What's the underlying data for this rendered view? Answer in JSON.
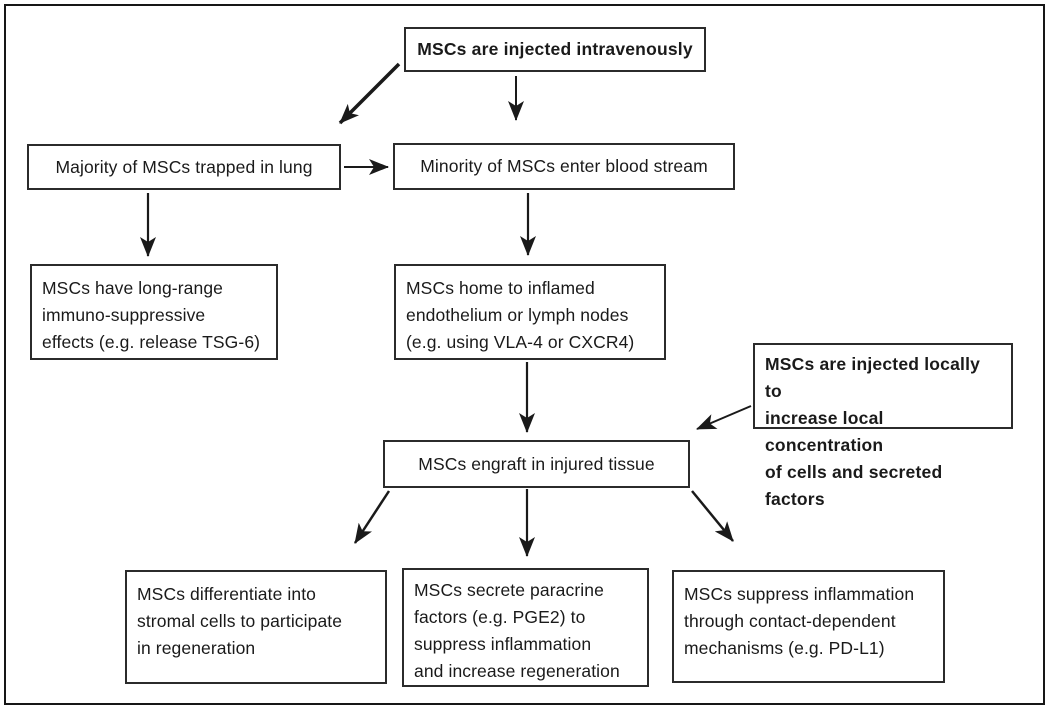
{
  "figure": {
    "title": "MSC fate and mechanisms after injection flowchart",
    "colors": {
      "ink": "#1a1a1a",
      "box_border": "#2b2b2b",
      "background": "#ffffff"
    }
  },
  "diagram": {
    "nodes": {
      "injected_iv": {
        "text": "MSCs are injected intravenously",
        "bold": true
      },
      "majority_lung": {
        "text": "Majority of MSCs trapped in lung",
        "bold": false
      },
      "minority_blood": {
        "text": "Minority of MSCs enter blood stream",
        "bold": false
      },
      "long_range": {
        "text": "MSCs have long-range\nimmuno-suppressive\neffects (e.g. release TSG-6)",
        "bold": false
      },
      "home_inflamed": {
        "text": "MSCs home to inflamed\nendothelium or lymph nodes\n(e.g. using VLA-4 or CXCR4)",
        "bold": false
      },
      "injected_locally": {
        "text": "MSCs are injected locally to\nincrease local concentration\nof cells and secreted factors",
        "bold": true
      },
      "engraft": {
        "text": "MSCs engraft in injured tissue",
        "bold": false
      },
      "differentiate": {
        "text": "MSCs differentiate into\nstromal cells to participate\nin regeneration",
        "bold": false
      },
      "paracrine": {
        "text": "MSCs secrete paracrine\nfactors (e.g. PGE2) to\nsuppress inflammation\nand increase regeneration",
        "bold": false
      },
      "contact": {
        "text": "MSCs suppress inflammation\nthrough contact-dependent\nmechanisms (e.g. PD-L1)",
        "bold": false
      }
    },
    "edges": [
      {
        "from": "injected_iv",
        "to": "majority_lung"
      },
      {
        "from": "injected_iv",
        "to": "minority_blood"
      },
      {
        "from": "majority_lung",
        "to": "minority_blood"
      },
      {
        "from": "majority_lung",
        "to": "long_range"
      },
      {
        "from": "minority_blood",
        "to": "home_inflamed"
      },
      {
        "from": "home_inflamed",
        "to": "engraft"
      },
      {
        "from": "injected_locally",
        "to": "engraft"
      },
      {
        "from": "engraft",
        "to": "differentiate"
      },
      {
        "from": "engraft",
        "to": "paracrine"
      },
      {
        "from": "engraft",
        "to": "contact"
      }
    ]
  }
}
